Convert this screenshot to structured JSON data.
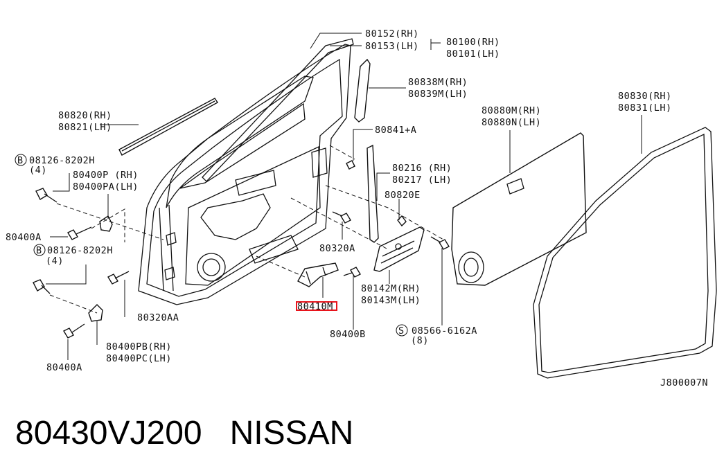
{
  "diagram": {
    "labels": {
      "p80152": "80152(RH)",
      "p80153": "80153(LH)",
      "p80100": "80100(RH)",
      "p80101": "80101(LH)",
      "p80838": "80838M(RH)",
      "p80839": "80839M(LH)",
      "p80820": "80820(RH)",
      "p80821": "80821(LH)",
      "p80841": "80841+A",
      "p80830": "80830(RH)",
      "p80831": "80831(LH)",
      "p80880m": "80880M(RH)",
      "p80880n": "80880N(LH)",
      "bolt1_b": "B",
      "bolt1": "08126-8202H",
      "bolt1_qty": "(4)",
      "p80400p": "80400P (RH)",
      "p80400pa": "80400PA(LH)",
      "p80216": "80216 (RH)",
      "p80217": "80217 (LH)",
      "p80820e": "80820E",
      "p80400a_1": "80400A",
      "p80320a": "80320A",
      "bolt2_b": "B",
      "bolt2": "08126-8202H",
      "bolt2_qty": "(4)",
      "p80410m": "80410M",
      "p80142": "80142M(RH)",
      "p80143": "80143M(LH)",
      "p80320aa": "80320AA",
      "screw_s": "S",
      "screw": "08566-6162A",
      "screw_qty": "(8)",
      "p80400b": "80400B",
      "p80400pb": "80400PB(RH)",
      "p80400pc": "80400PC(LH)",
      "p80400a_2": "80400A",
      "code": "J800007N"
    },
    "highlight_color": "#e8141c"
  },
  "caption": {
    "part_number": "80430VJ200",
    "brand": "NISSAN"
  }
}
